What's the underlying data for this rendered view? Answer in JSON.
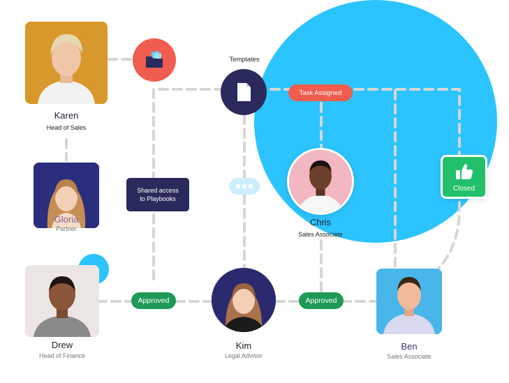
{
  "people": {
    "karen": {
      "name": "Karen",
      "role": "Head of Sales"
    },
    "gloria": {
      "name": "Gloria",
      "role": "Partner"
    },
    "drew": {
      "name": "Drew",
      "role": "Head of Finance"
    },
    "kim": {
      "name": "Kim",
      "role": "Legal Advisor"
    },
    "chris": {
      "name": "Chris",
      "role": "Sales Associate"
    },
    "ben": {
      "name": "Ben",
      "role": "Sales Associate"
    }
  },
  "labels": {
    "templates": "Templates",
    "task_assigned": "Task Assigned",
    "shared_access_line1": "Shared access",
    "shared_access_line2": "to Playbooks",
    "approved_left": "Approved",
    "approved_right": "Approved",
    "closed": "Closed"
  },
  "icons": {
    "folder": "folder-icon",
    "document": "document-icon",
    "chat": "chat-dots-icon",
    "thumbs_up": "thumbs-up-icon"
  },
  "colors": {
    "accent_blue": "#2cc4ff",
    "navy": "#2b2a5c",
    "red": "#f05d4f",
    "green": "#1e9a56",
    "closed_green": "#22c06a",
    "dash": "#d6d6d6"
  }
}
